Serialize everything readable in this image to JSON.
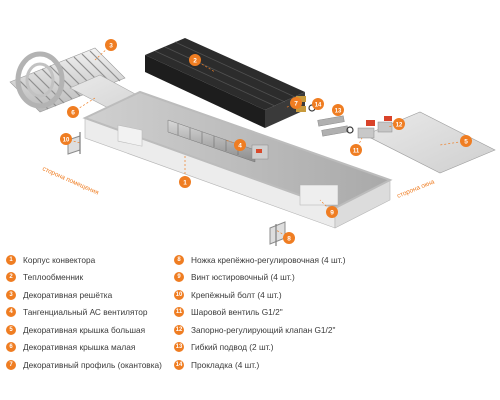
{
  "accent_color": "#ef7d22",
  "side_labels": {
    "left": "сторона помещения",
    "right": "сторона окна"
  },
  "callouts": [
    "1",
    "2",
    "3",
    "4",
    "5",
    "6",
    "7",
    "8",
    "9",
    "10",
    "11",
    "12",
    "13",
    "14"
  ],
  "legend": {
    "left": [
      {
        "num": "1",
        "text": "Корпус конвектора"
      },
      {
        "num": "2",
        "text": "Теплообменник"
      },
      {
        "num": "3",
        "text": "Декоративная решётка"
      },
      {
        "num": "4",
        "text": "Тангенциальный АС вентилятор"
      },
      {
        "num": "5",
        "text": "Декоративная крышка большая"
      },
      {
        "num": "6",
        "text": "Декоративная крышка малая"
      },
      {
        "num": "7",
        "text": "Декоративный профиль (окантовка)"
      }
    ],
    "right": [
      {
        "num": "8",
        "text": "Ножка крепёжно-регулировочная (4 шт.)"
      },
      {
        "num": "9",
        "text": "Винт юстировочный (4 шт.)"
      },
      {
        "num": "10",
        "text": "Крепёжный болт (4 шт.)"
      },
      {
        "num": "11",
        "text": "Шаровой вентиль G1/2\""
      },
      {
        "num": "12",
        "text": "Запорно-регулирующий клапан G1/2\""
      },
      {
        "num": "13",
        "text": "Гибкий подвод (2 шт.)"
      },
      {
        "num": "14",
        "text": "Прокладка (4 шт.)"
      }
    ]
  }
}
